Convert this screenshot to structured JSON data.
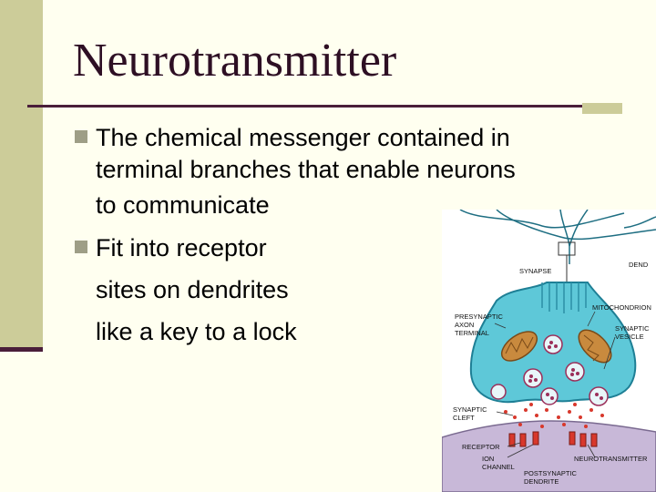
{
  "slide": {
    "title": "Neurotransmitter",
    "bullets": [
      {
        "lines": [
          "The chemical messenger contained in",
          "terminal branches that enable neurons",
          "to communicate"
        ]
      },
      {
        "lines": [
          "Fit into receptor",
          "sites on dendrites",
          "like a key to a lock"
        ]
      }
    ]
  },
  "diagram": {
    "labels": {
      "synapse": "SYNAPSE",
      "dendrite": "DEND",
      "presynaptic_1": "PRESYNAPTIC",
      "presynaptic_2": "AXON",
      "presynaptic_3": "TERMINAL",
      "mitochondrion": "MITOCHONDRION",
      "vesicle_1": "SYNAPTIC",
      "vesicle_2": "VESICLE",
      "cleft_1": "SYNAPTIC",
      "cleft_2": "CLEFT",
      "receptor": "RECEPTOR",
      "ion_1": "ION",
      "ion_2": "CHANNEL",
      "neurotransmitter": "NEUROTRANSMITTER",
      "post_1": "POSTSYNAPTIC",
      "post_2": "DENDRITE"
    },
    "colors": {
      "terminal_fill": "#5ec8d8",
      "terminal_outline": "#1e7f95",
      "postsynaptic_fill": "#c8b8d8",
      "mitochondria": "#c98a3e",
      "vesicle": "#9b2f5a",
      "receptor": "#d8382c"
    }
  }
}
